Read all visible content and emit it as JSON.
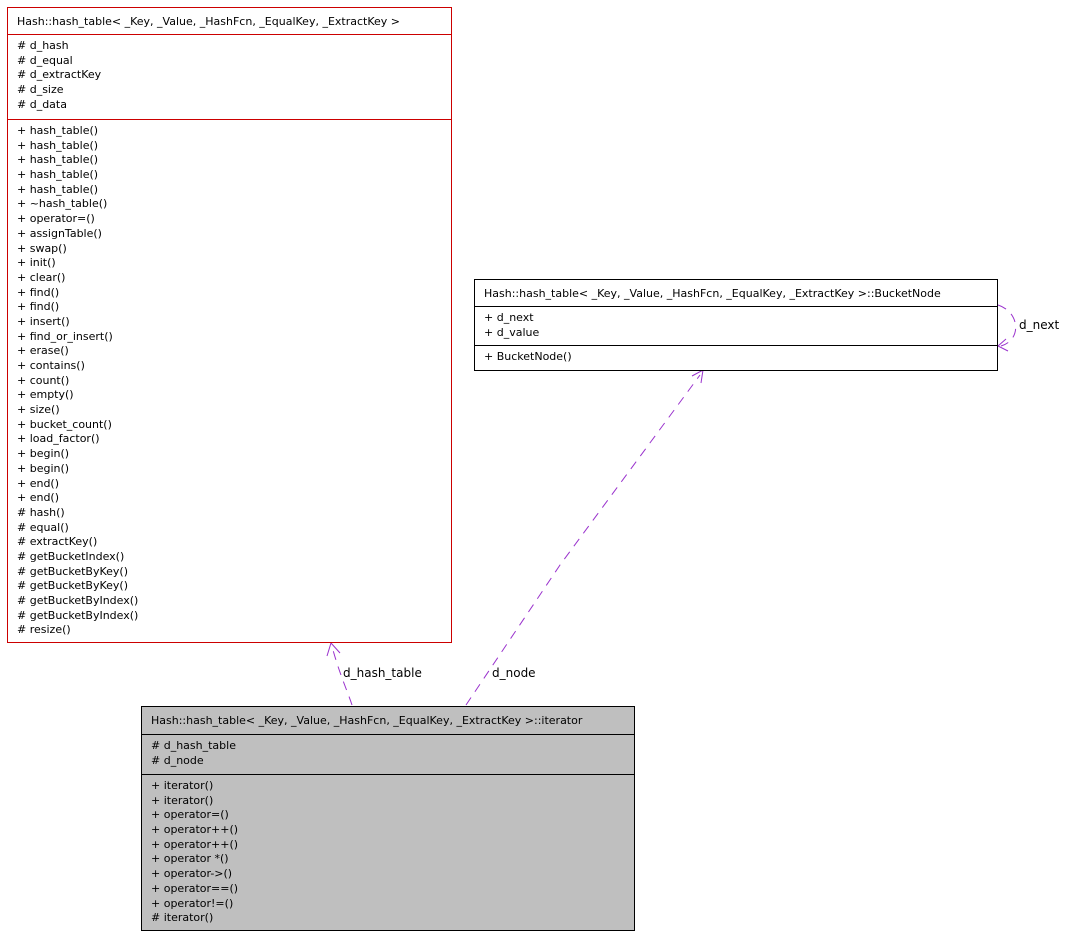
{
  "hash_table": {
    "title": "Hash::hash_table< _Key, _Value, _HashFcn, _EqualKey, _ExtractKey >",
    "attributes": [
      "# d_hash",
      "# d_equal",
      "# d_extractKey",
      "# d_size",
      "# d_data"
    ],
    "methods": [
      "+ hash_table()",
      "+ hash_table()",
      "+ hash_table()",
      "+ hash_table()",
      "+ hash_table()",
      "+ ~hash_table()",
      "+ operator=()",
      "+ assignTable()",
      "+ swap()",
      "+ init()",
      "+ clear()",
      "+ find()",
      "+ find()",
      "+ insert()",
      "+ find_or_insert()",
      "+ erase()",
      "+ contains()",
      "+ count()",
      "+ empty()",
      "+ size()",
      "+ bucket_count()",
      "+ load_factor()",
      "+ begin()",
      "+ begin()",
      "+ end()",
      "+ end()",
      "# hash()",
      "# equal()",
      "# extractKey()",
      "# getBucketIndex()",
      "# getBucketByKey()",
      "# getBucketByKey()",
      "# getBucketByIndex()",
      "# getBucketByIndex()",
      "# resize()"
    ]
  },
  "bucket_node": {
    "title": "Hash::hash_table< _Key, _Value, _HashFcn, _EqualKey, _ExtractKey >::BucketNode",
    "attributes": [
      "+ d_next",
      "+ d_value"
    ],
    "methods": [
      "+ BucketNode()"
    ]
  },
  "iterator": {
    "title": "Hash::hash_table< _Key, _Value, _HashFcn, _EqualKey, _ExtractKey >::iterator",
    "attributes": [
      "# d_hash_table",
      "# d_node"
    ],
    "methods": [
      "+ iterator()",
      "+ iterator()",
      "+ operator=()",
      "+ operator++()",
      "+ operator++()",
      "+ operator *()",
      "+ operator->()",
      "+ operator==()",
      "+ operator!=()",
      "# iterator()"
    ]
  },
  "edges": {
    "d_hash_table_label": "d_hash_table",
    "d_node_label": "d_node",
    "d_next_label": "d_next"
  },
  "colors": {
    "edge": "#9a32cd",
    "class_border_highlight": "#cc0000",
    "focus_class_fill": "#bfbfbf"
  }
}
